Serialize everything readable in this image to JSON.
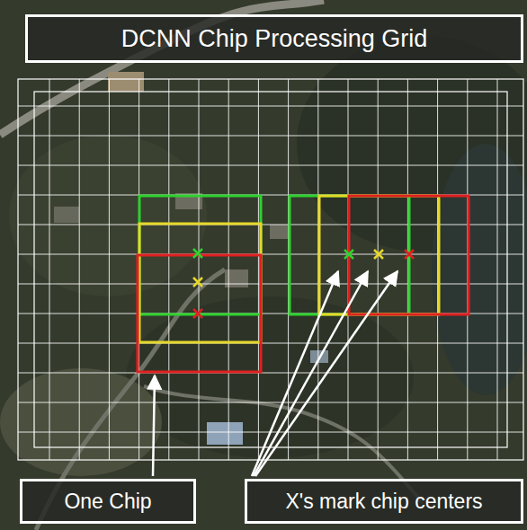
{
  "diagram": {
    "title": "DCNN Chip Processing Grid",
    "nodes": [
      {
        "text": [
          "One Chip"
        ]
      },
      {
        "text": [
          "X's mark chip centers"
        ]
      }
    ]
  }
}
